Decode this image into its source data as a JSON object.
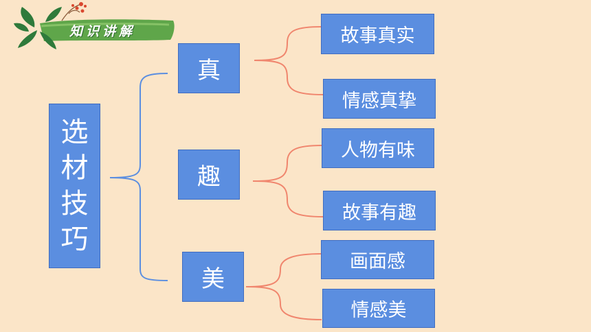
{
  "header": {
    "badge_label": "知识讲解"
  },
  "diagram": {
    "root": {
      "label": "选材技巧",
      "chars": [
        "选",
        "材",
        "技",
        "巧"
      ]
    },
    "branches": [
      {
        "label": "真",
        "leaves": [
          "故事真实",
          "情感真挚"
        ]
      },
      {
        "label": "趣",
        "leaves": [
          "人物有味",
          "故事有趣"
        ]
      },
      {
        "label": "美",
        "leaves": [
          "画面感",
          "情感美"
        ]
      }
    ]
  },
  "colors": {
    "background": "#fbe5c8",
    "box_fill": "#5b8ee0",
    "root_bracket": "#5b8ee0",
    "leaf_bracket": "#f0866e",
    "banner_green": "#5fa64a"
  }
}
